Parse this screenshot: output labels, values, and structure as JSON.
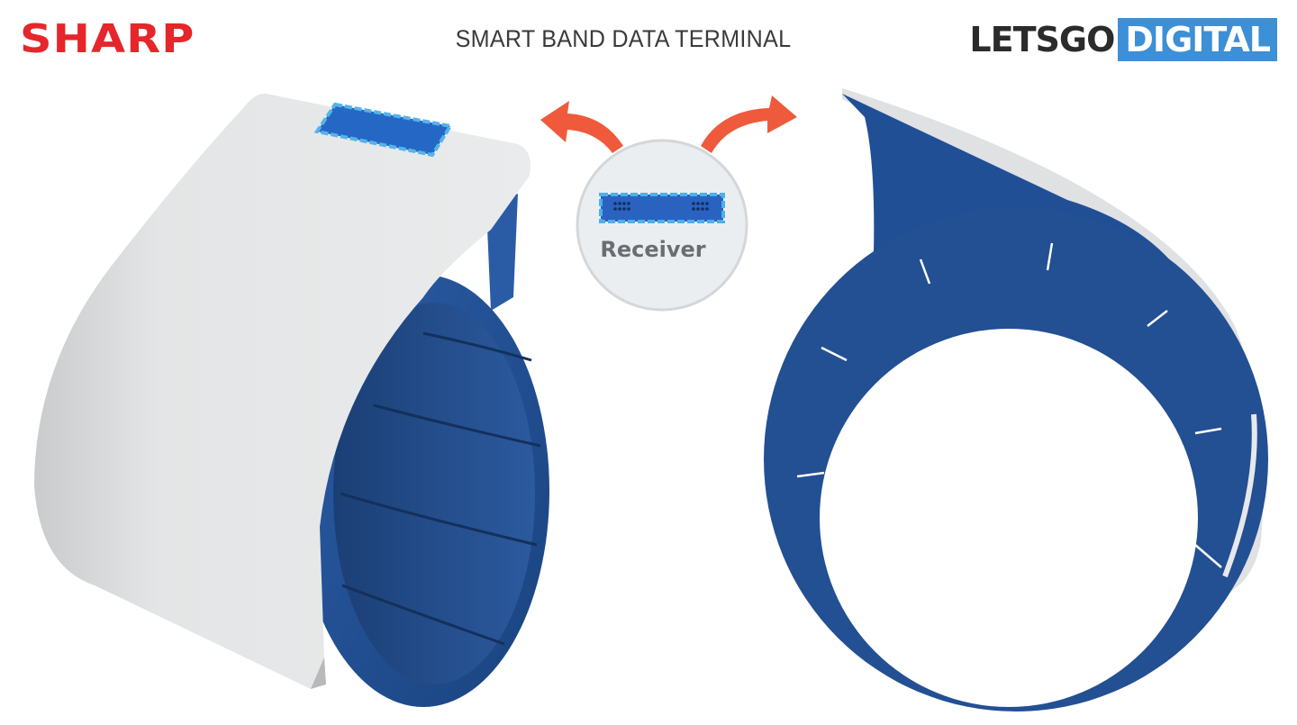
{
  "header": {
    "brand_logo_text": "SHARP",
    "title": "SMART BAND DATA TERMINAL",
    "watermark_part1": "LETSGO",
    "watermark_part2": "DIGITAL"
  },
  "diagram": {
    "receiver_label": "Receiver"
  },
  "colors": {
    "band_blue": "#1f4e96",
    "band_white": "#e4e6e8",
    "arrow_orange": "#ef5a3c",
    "sharp_red": "#e5262b",
    "watermark_blue": "#3d8fd6"
  }
}
